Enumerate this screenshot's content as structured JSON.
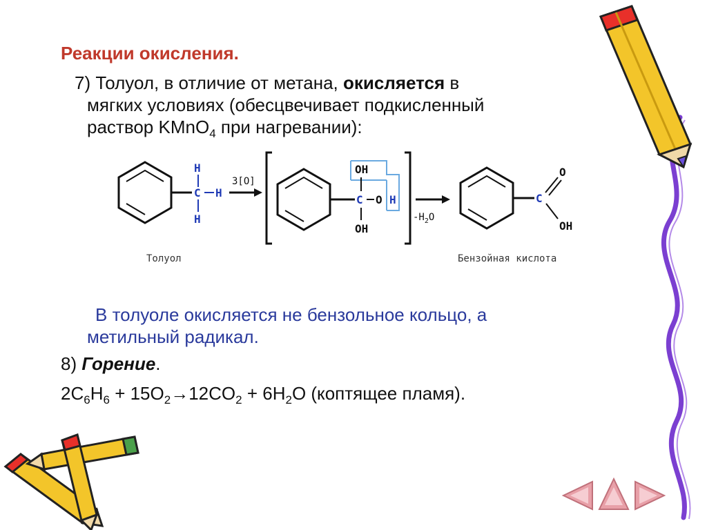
{
  "title": "Реакции окисления.",
  "item7": {
    "number": "7)",
    "text_a": "Толуол, в отличие от метана,",
    "bold": "окисляется",
    "text_b": "в",
    "line2": "мягких условиях (обесцвечивает подкисленный",
    "line3_a": "раствор KMnO",
    "line3_sub": "4",
    "line3_b": " при нагревании):"
  },
  "scheme": {
    "h_top": "H",
    "c1": "C",
    "h_right": "H",
    "h_bottom": "H",
    "oxidant": "3[O]",
    "oh_top": "OH",
    "c2": "C",
    "o_mid": "O",
    "h_mid": "H",
    "oh_bottom": "OH",
    "minus_water": "-H",
    "minus_water_sub": "2",
    "minus_water_end": "O",
    "o_double": "O",
    "c3": "C",
    "oh_acid": "OH",
    "label_toluene": "Толуол",
    "label_acid": "Бензойная кислота"
  },
  "note": {
    "line1": "В толуоле окисляется не бензольное кольцо, а",
    "line2": "метильный радикал."
  },
  "item8": {
    "number": "8)",
    "title": "Горение",
    "dot": "."
  },
  "equation": {
    "p1": "2C",
    "s1": "6",
    "p2": "H",
    "s2": "6",
    "p3": " + 15O",
    "s3": "2",
    "arrow": "→",
    "p4": "12CO",
    "s4": "2",
    "p5": " + 6H",
    "s5": "2",
    "p6": "O (коптящее пламя)."
  },
  "colors": {
    "title": "#c0392b",
    "note": "#2a3a9c",
    "bond_blue": "#1f3ab5",
    "frame_blue": "#6aa9e0",
    "pencil_yellow": "#f3c52a",
    "pencil_red": "#e8302a",
    "vine": "#7b3fd1",
    "nav_pink": "#e8a0a8"
  },
  "icons": [
    "pencil-icon",
    "pencil-bundle-icon",
    "nav-prev-icon",
    "nav-home-icon",
    "nav-next-icon"
  ]
}
